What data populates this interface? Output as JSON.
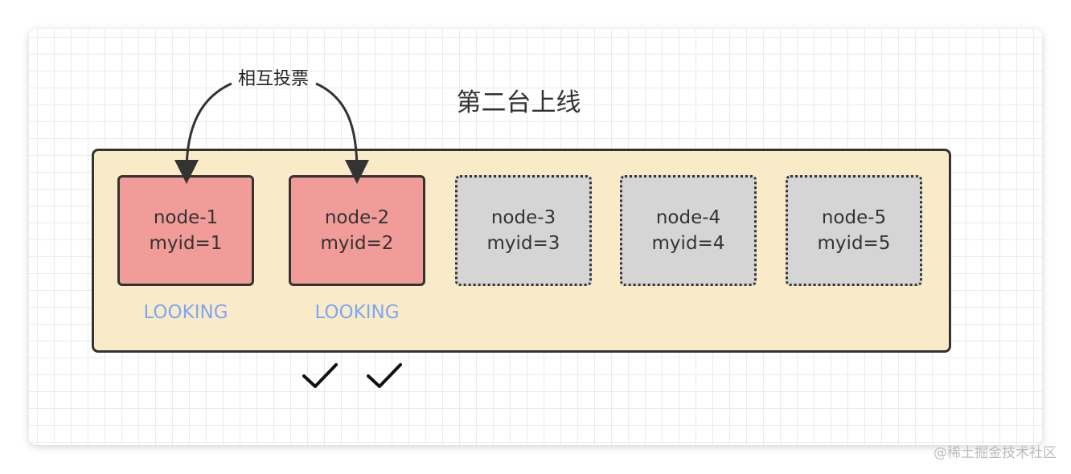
{
  "diagram": {
    "title": "第二台上线",
    "vote_label": "相互投票",
    "nodes": [
      {
        "name": "node-1",
        "myid": "myid=1",
        "state": "active",
        "status": "LOOKING"
      },
      {
        "name": "node-2",
        "myid": "myid=2",
        "state": "active",
        "status": "LOOKING"
      },
      {
        "name": "node-3",
        "myid": "myid=3",
        "state": "offline",
        "status": ""
      },
      {
        "name": "node-4",
        "myid": "myid=4",
        "state": "offline",
        "status": ""
      },
      {
        "name": "node-5",
        "myid": "myid=5",
        "state": "offline",
        "status": ""
      }
    ],
    "check_marks": [
      "check",
      "check"
    ]
  },
  "colors": {
    "active_node": "#f19c99",
    "offline_node": "#d5d5d5",
    "cluster_fill": "#f9ebc8",
    "status_text": "#7ea6f6"
  },
  "watermark": "@稀土掘金技术社区"
}
